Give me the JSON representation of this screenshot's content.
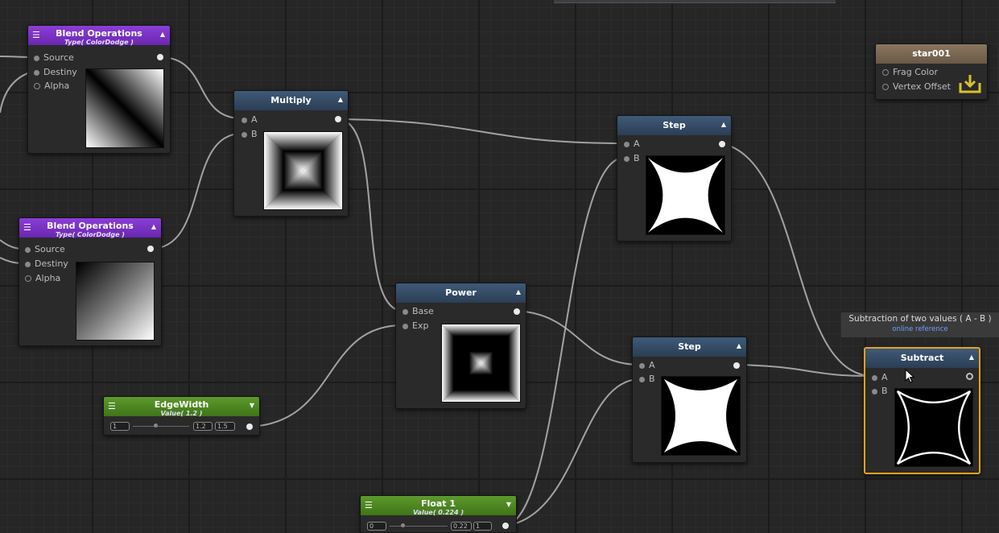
{
  "nodes": {
    "blend1": {
      "title": "Blend Operations",
      "subtitle": "Type( ColorDodge )",
      "ports": [
        "Source",
        "Destiny",
        "Alpha"
      ]
    },
    "blend2": {
      "title": "Blend Operations",
      "subtitle": "Type( ColorDodge )",
      "ports": [
        "Source",
        "Destiny",
        "Alpha"
      ]
    },
    "multiply": {
      "title": "Multiply",
      "ports": [
        "A",
        "B"
      ]
    },
    "power": {
      "title": "Power",
      "ports": [
        "Base",
        "Exp"
      ]
    },
    "step1": {
      "title": "Step",
      "ports": [
        "A",
        "B"
      ]
    },
    "step2": {
      "title": "Step",
      "ports": [
        "A",
        "B"
      ]
    },
    "subtract": {
      "title": "Subtract",
      "ports": [
        "A",
        "B"
      ]
    },
    "star": {
      "title": "star001",
      "ports": [
        "Frag Color",
        "Vertex Offset"
      ]
    },
    "edgewidth": {
      "title": "EdgeWidth",
      "subtitle": "Value( 1.2 )",
      "min": "1",
      "value": "1.2",
      "max": "1.5",
      "fraction": 0.4
    },
    "float1": {
      "title": "Float 1",
      "subtitle": "Value( 0.224 )",
      "min": "0",
      "value": "0.22",
      "max": "1",
      "fraction": 0.224
    }
  },
  "tooltip": {
    "text": "Subtraction of two values ( A - B )",
    "link": "online reference"
  },
  "icons": {
    "menu": "menu-icon",
    "collapse": "collapse-triangle-icon",
    "cursor": "mouse-cursor-icon",
    "output": "output-download-icon"
  },
  "colors": {
    "blend_header": "#7b35c8",
    "math_header": "#344b66",
    "property_header": "#4e8a22",
    "output_header": "#7a6852",
    "selection": "#e8a21a",
    "link": "#6aa0ff",
    "wire": "#b4b4b4"
  }
}
